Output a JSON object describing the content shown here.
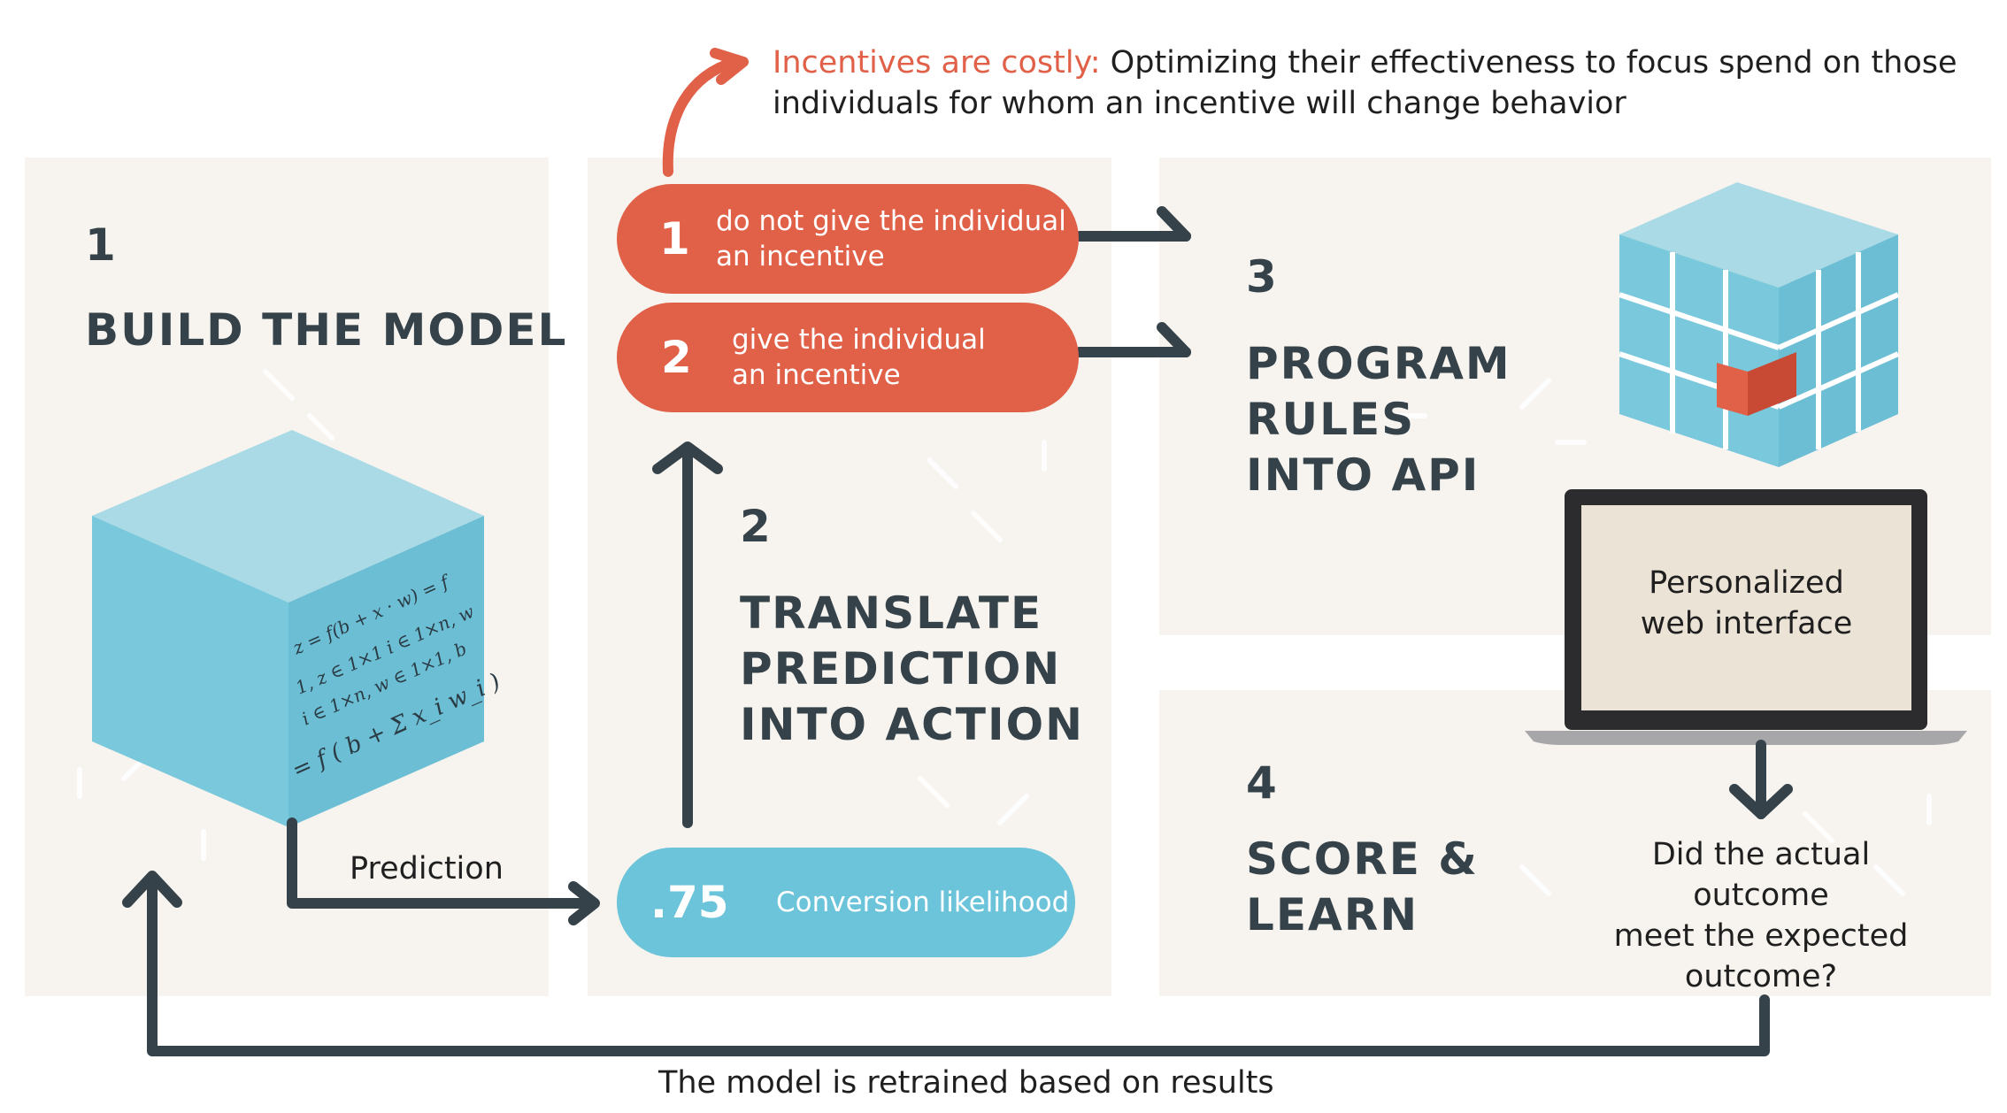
{
  "note": {
    "accent": "Incentives are costly:",
    "line1_rest": " Optimizing their effectiveness to focus spend on those",
    "line2": "individuals for whom an incentive will change behavior"
  },
  "steps": {
    "s1": {
      "num": "1",
      "title": "BUILD THE MODEL"
    },
    "s2": {
      "num": "2",
      "lines": [
        "TRANSLATE",
        "PREDICTION",
        "INTO ACTION"
      ]
    },
    "s3": {
      "num": "3",
      "lines": [
        "PROGRAM",
        "RULES",
        "INTO API"
      ]
    },
    "s4": {
      "num": "4",
      "lines": [
        "SCORE &",
        "LEARN"
      ]
    }
  },
  "options": [
    {
      "num": "1",
      "line1": "do not give the individual",
      "line2": "an incentive"
    },
    {
      "num": "2",
      "line1": "give the individual",
      "line2": "an incentive"
    }
  ],
  "score": {
    "value": ".75",
    "label": "Conversion likelihood"
  },
  "labels": {
    "prediction": "Prediction",
    "laptop_line1": "Personalized",
    "laptop_line2": "web interface",
    "question": [
      "Did the actual outcome",
      "meet the expected",
      "outcome?"
    ],
    "retrain": "The model is retrained based on results"
  },
  "formula_lines": [
    "z = f(b + x · w) = f",
    "1, z ∈ 1×1   i ∈ 1×n, w",
    "i ∈ 1×n, w ∈ 1×1, b",
    "= f ( b + Σ x_i w_i )"
  ],
  "colors": {
    "accent": "#e06048",
    "blue": "#6cc4da",
    "dark": "#36424a",
    "panel": "#f7f4ef"
  }
}
